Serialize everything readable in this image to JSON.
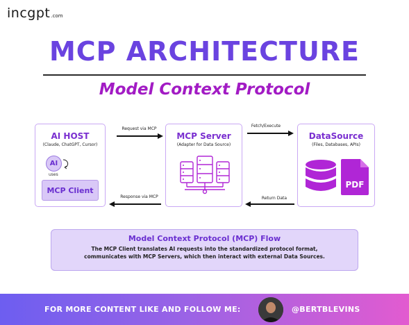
{
  "brand": {
    "logo_text": "incgpt",
    "logo_suffix": ".com"
  },
  "title": "MCP ARCHITECTURE",
  "subtitle": "Model Context Protocol",
  "host": {
    "title": "AI HOST",
    "subtitle": "(Claude, ChatGPT, Cursor)",
    "ai_badge": "AI",
    "uses_label": "uses",
    "client_label": "MCP Client"
  },
  "server": {
    "title": "MCP Server",
    "subtitle": "(Adapter for Data Source)"
  },
  "datasource": {
    "title": "DataSource",
    "subtitle": "(Files, Databases, APIs)",
    "pdf_label": "PDF"
  },
  "arrows": {
    "request": "Request via MCP",
    "response": "Response via MCP",
    "fetch": "Fetch/Execute",
    "return": "Return Data"
  },
  "flow": {
    "title": "Model Context Protocol (MCP) Flow",
    "line1": "The MCP Client translates AI requests into the standardized protocol format,",
    "line2": "communicates with MCP Servers, which then interact with external Data Sources."
  },
  "footer": {
    "cta": "FOR MORE CONTENT LIKE AND FOLLOW ME:",
    "handle": "@BERTBLEVINS"
  },
  "colors": {
    "accent": "#6a43e0",
    "subtitle": "#a21bc4",
    "box_border": "#c9a8f4",
    "icon_purple": "#b026d6"
  }
}
